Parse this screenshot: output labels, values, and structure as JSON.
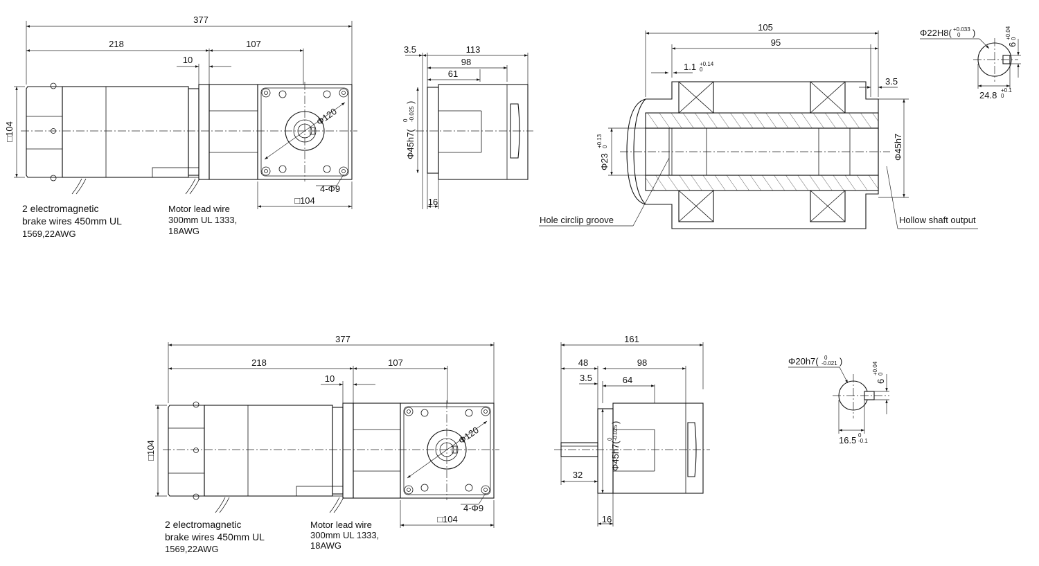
{
  "top_side_view": {
    "overall": "377",
    "motor_len": "218",
    "gear_len": "107",
    "flange": "10",
    "height": "□104",
    "holes": "4-Φ9",
    "gear_square": "□104",
    "pcd": "Φ120",
    "brake_note": [
      "2 electromagnetic",
      "brake wires 450mm UL",
      "1569,22AWG"
    ],
    "lead_note": [
      "Motor lead wire",
      "300mm UL 1333,",
      "18AWG"
    ]
  },
  "top_end_view": {
    "d1": "3.5",
    "d2": "113",
    "d3": "98",
    "d4": "61",
    "d5": "16",
    "pilot": "Φ45h7(",
    "pilot_tol_top": "0",
    "pilot_tol_bot": "-0.025",
    "pilot_close": ")"
  },
  "hollow_shaft_section": {
    "d105": "105",
    "d95": "95",
    "d35": "3.5",
    "groove": "1.1",
    "groove_tol_top": "+0.14",
    "groove_tol_bot": "0",
    "bore": "Φ23",
    "bore_tol_top": "+0.13",
    "bore_tol_bot": "0",
    "pilot": "Φ45h7",
    "callout_groove": "Hole circlip groove",
    "callout_output": "Hollow shaft output"
  },
  "hollow_bore_detail": {
    "dia": "Φ22H8(",
    "dia_tol_top": "+0.033",
    "dia_tol_bot": "0",
    "dia_close": ")",
    "key": "6",
    "key_tol_top": "+0.04",
    "key_tol_bot": "0",
    "depth": "24.8",
    "depth_tol_top": "+0.1",
    "depth_tol_bot": "0"
  },
  "bottom_side_view": {
    "overall": "377",
    "motor_len": "218",
    "gear_len": "107",
    "flange": "10",
    "height": "□104",
    "holes": "4-Φ9",
    "gear_square": "□104",
    "pcd": "Φ120",
    "brake_note": [
      "2 electromagnetic",
      "brake wires 450mm UL",
      "1569,22AWG"
    ],
    "lead_note": [
      "Motor lead wire",
      "300mm UL 1333,",
      "18AWG"
    ]
  },
  "bottom_end_view": {
    "d161": "161",
    "d48": "48",
    "d98": "98",
    "d35": "3.5",
    "d64": "64",
    "d32": "32",
    "d16": "16",
    "pilot": "Φ45h7(",
    "pilot_tol_top": "0",
    "pilot_tol_bot": "-0.025",
    "pilot_close": ")"
  },
  "solid_shaft_detail": {
    "dia": "Φ20h7(",
    "dia_tol_top": "0",
    "dia_tol_bot": "-0.021",
    "dia_close": ")",
    "key": "6",
    "key_tol_top": "+0.04",
    "key_tol_bot": "0",
    "depth": "16.5",
    "depth_tol_top": "0",
    "depth_tol_bot": "-0.1"
  }
}
